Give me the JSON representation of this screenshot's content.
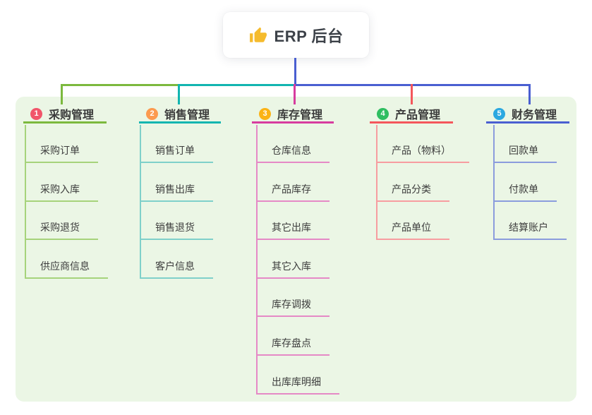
{
  "root": {
    "icon": "thumbs-up-icon",
    "icon_color": "#f5bb2d",
    "label": "ERP 后台"
  },
  "connector_color": "#4a5fd1",
  "panel_bg": "#ebf6e5",
  "branches": [
    {
      "badge": "1",
      "title": "采购管理",
      "colors": {
        "badge": "#f1556a",
        "line": "#7cb93e",
        "child_line": "#a6d37b"
      },
      "children": [
        "采购订单",
        "采购入库",
        "采购退货",
        "供应商信息"
      ]
    },
    {
      "badge": "2",
      "title": "销售管理",
      "colors": {
        "badge": "#fc9a4f",
        "line": "#12b5b0",
        "child_line": "#7fd0ca"
      },
      "children": [
        "销售订单",
        "销售出库",
        "销售退货",
        "客户信息"
      ]
    },
    {
      "badge": "3",
      "title": "库存管理",
      "colors": {
        "badge": "#fbb316",
        "line": "#d73c9f",
        "child_line": "#e589c6"
      },
      "children": [
        "仓库信息",
        "产品库存",
        "其它出库",
        "其它入库",
        "库存调拨",
        "库存盘点",
        "出库库明细"
      ]
    },
    {
      "badge": "4",
      "title": "产品管理",
      "colors": {
        "badge": "#2fbe61",
        "line": "#f4575c",
        "child_line": "#f79da0"
      },
      "children": [
        "产品（物料）",
        "产品分类",
        "产品单位"
      ]
    },
    {
      "badge": "5",
      "title": "财务管理",
      "colors": {
        "badge": "#2ba8e0",
        "line": "#4a5fd1",
        "child_line": "#8b9cdd"
      },
      "children": [
        "回款单",
        "付款单",
        "结算账户"
      ]
    }
  ]
}
